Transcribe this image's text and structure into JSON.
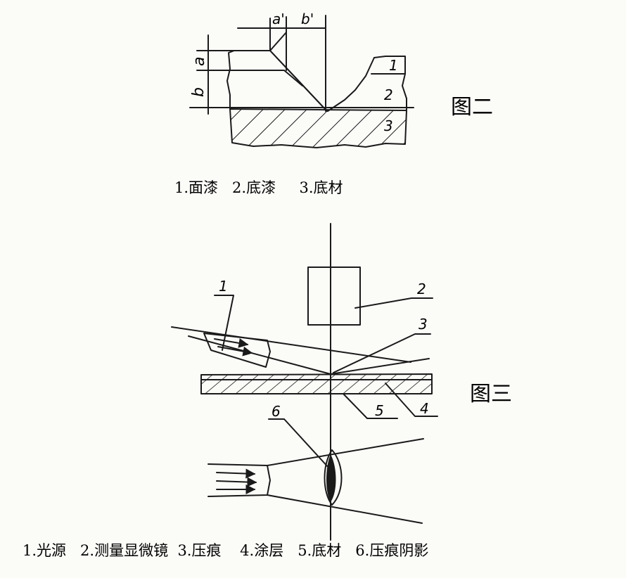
{
  "figure2": {
    "title": "图二",
    "caption": "1.面漆   2.底漆     3.底材",
    "dim_a": "a",
    "dim_b": "b",
    "dim_a_prime": "a'",
    "dim_b_prime": "b'",
    "layer1": "1",
    "layer2": "2",
    "layer3": "3"
  },
  "figure3": {
    "title": "图三",
    "caption": "1.光源   2.测量显微镜  3.压痕    4.涂层   5.底材   6.压痕阴影",
    "callout1": "1",
    "callout2": "2",
    "callout3": "3",
    "callout4": "4",
    "callout5": "5",
    "callout6": "6"
  },
  "colors": {
    "ink": "#1a1a1a",
    "paper": "#fbfbf8"
  }
}
